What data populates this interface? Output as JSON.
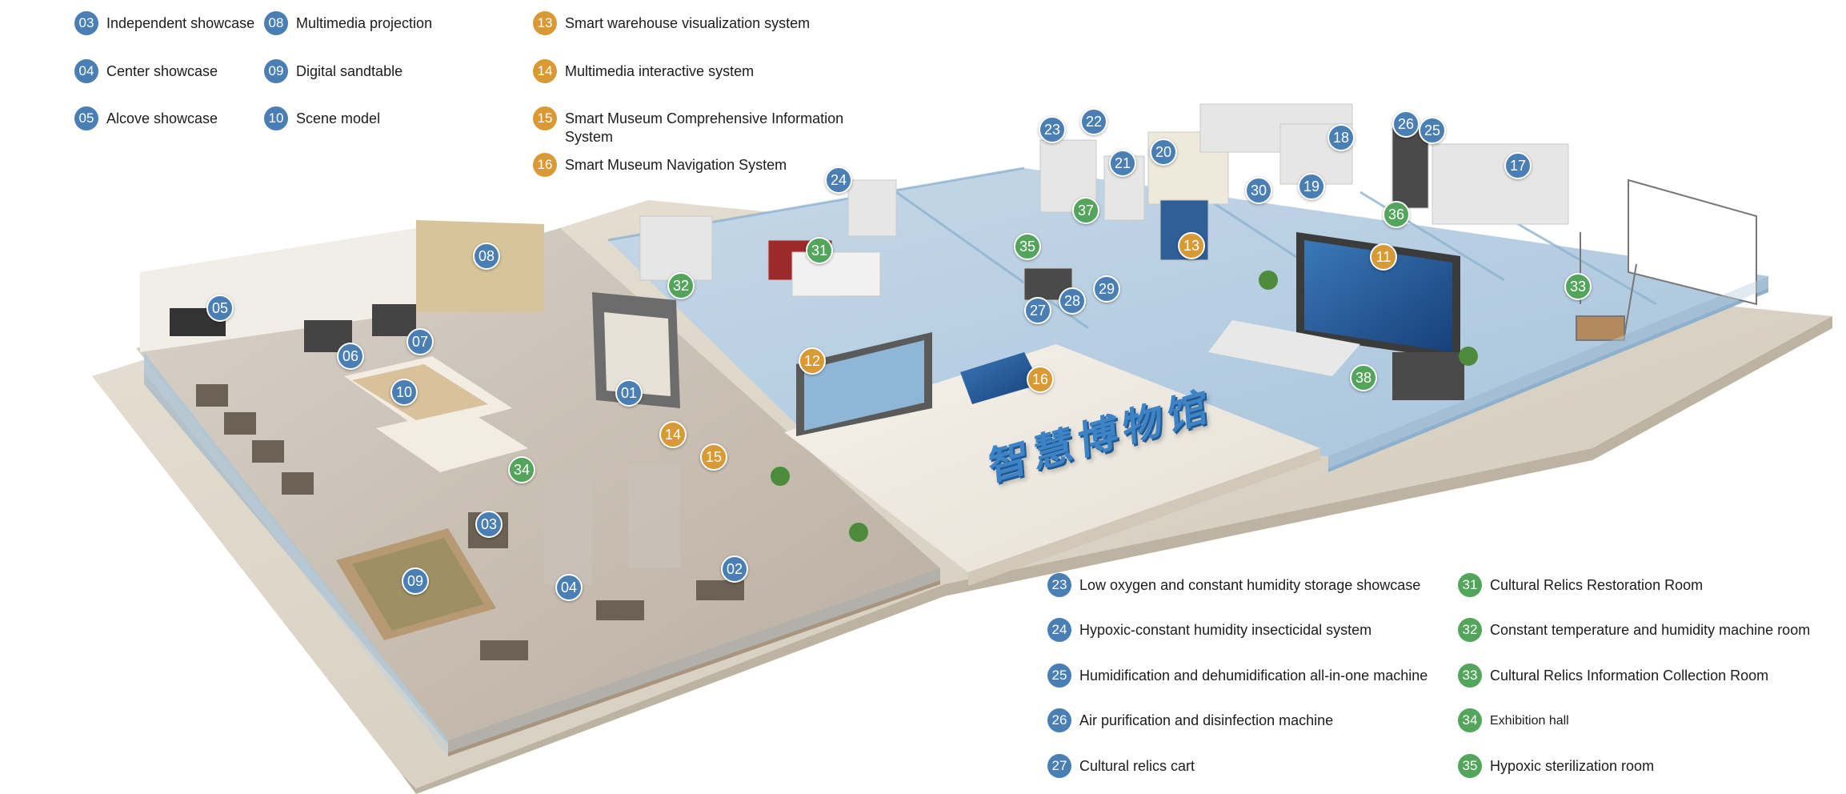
{
  "colors": {
    "blue": "#4a7fb5",
    "orange": "#d99a35",
    "green": "#52a55a"
  },
  "legend": {
    "col1": [
      {
        "num": "03",
        "label": "Independent showcase",
        "color": "blue"
      },
      {
        "num": "04",
        "label": "Center showcase",
        "color": "blue"
      },
      {
        "num": "05",
        "label": "Alcove showcase",
        "color": "blue"
      }
    ],
    "col2": [
      {
        "num": "08",
        "label": "Multimedia projection",
        "color": "blue"
      },
      {
        "num": "09",
        "label": "Digital sandtable",
        "color": "blue"
      },
      {
        "num": "10",
        "label": "Scene model",
        "color": "blue"
      }
    ],
    "col3": [
      {
        "num": "13",
        "label": "Smart warehouse visualization system",
        "color": "orange"
      },
      {
        "num": "14",
        "label": "Multimedia interactive system",
        "color": "orange"
      },
      {
        "num": "15",
        "label": "Smart Museum Comprehensive Information System",
        "color": "orange"
      },
      {
        "num": "16",
        "label": "Smart Museum Navigation System",
        "color": "orange"
      }
    ],
    "col4": [
      {
        "num": "23",
        "label": "Low oxygen and constant humidity storage showcase",
        "color": "blue"
      },
      {
        "num": "24",
        "label": "Hypoxic-constant humidity insecticidal system",
        "color": "blue"
      },
      {
        "num": "25",
        "label": "Humidification and dehumidification all-in-one machine",
        "color": "blue"
      },
      {
        "num": "26",
        "label": "Air purification and disinfection machine",
        "color": "blue"
      },
      {
        "num": "27",
        "label": "Cultural relics cart",
        "color": "blue"
      }
    ],
    "col5": [
      {
        "num": "31",
        "label": "Cultural Relics Restoration Room",
        "color": "green"
      },
      {
        "num": "32",
        "label": "Constant temperature and humidity machine room",
        "color": "green"
      },
      {
        "num": "33",
        "label": "Cultural Relics Information Collection Room",
        "color": "green"
      },
      {
        "num": "34",
        "label": "Exhibition hall",
        "color": "green"
      },
      {
        "num": "35",
        "label": "Hypoxic sterilization room",
        "color": "green"
      }
    ]
  },
  "markers": [
    {
      "num": "05",
      "color": "blue"
    },
    {
      "num": "08",
      "color": "blue"
    },
    {
      "num": "06",
      "color": "blue"
    },
    {
      "num": "07",
      "color": "blue"
    },
    {
      "num": "10",
      "color": "blue"
    },
    {
      "num": "01",
      "color": "blue"
    },
    {
      "num": "14",
      "color": "orange"
    },
    {
      "num": "15",
      "color": "orange"
    },
    {
      "num": "34",
      "color": "green"
    },
    {
      "num": "03",
      "color": "blue"
    },
    {
      "num": "09",
      "color": "blue"
    },
    {
      "num": "04",
      "color": "blue"
    },
    {
      "num": "02",
      "color": "blue"
    },
    {
      "num": "32",
      "color": "green"
    },
    {
      "num": "31",
      "color": "green"
    },
    {
      "num": "24",
      "color": "blue"
    },
    {
      "num": "12",
      "color": "orange"
    },
    {
      "num": "16",
      "color": "orange"
    },
    {
      "num": "35",
      "color": "green"
    },
    {
      "num": "27",
      "color": "blue"
    },
    {
      "num": "28",
      "color": "blue"
    },
    {
      "num": "29",
      "color": "blue"
    },
    {
      "num": "23",
      "color": "blue"
    },
    {
      "num": "22",
      "color": "blue"
    },
    {
      "num": "21",
      "color": "blue"
    },
    {
      "num": "20",
      "color": "blue"
    },
    {
      "num": "37",
      "color": "green"
    },
    {
      "num": "13",
      "color": "orange"
    },
    {
      "num": "30",
      "color": "blue"
    },
    {
      "num": "18",
      "color": "blue"
    },
    {
      "num": "19",
      "color": "blue"
    },
    {
      "num": "26",
      "color": "blue"
    },
    {
      "num": "25",
      "color": "blue"
    },
    {
      "num": "36",
      "color": "green"
    },
    {
      "num": "17",
      "color": "blue"
    },
    {
      "num": "11",
      "color": "orange"
    },
    {
      "num": "38",
      "color": "green"
    },
    {
      "num": "33",
      "color": "green"
    }
  ],
  "floor_sign": "智慧博物馆"
}
